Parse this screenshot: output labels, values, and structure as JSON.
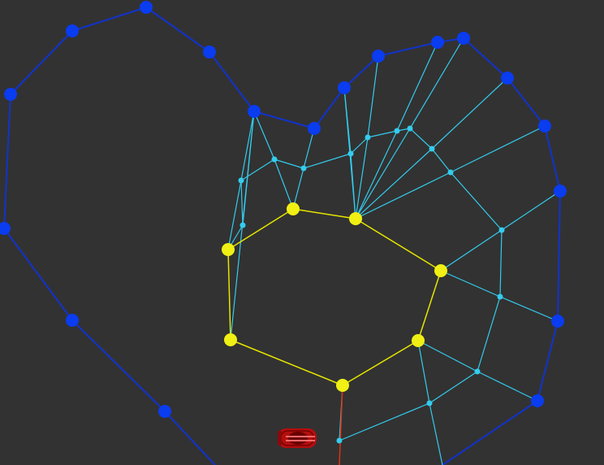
{
  "colors": {
    "background": "#323232",
    "outer_boundary": "#1133cc",
    "outer_node": "#0a3cf0",
    "mesh_line": "#33ccee",
    "mesh_node": "#33ccee",
    "inner_boundary": "#e6e600",
    "inner_node": "#f0f014",
    "car_body": "#b30f0f",
    "car_highlight": "#ff6a6a",
    "heading_line": "#e03010"
  },
  "icons": {
    "car": "race-car-icon"
  },
  "scene": {
    "description_type": "track-mesh-editor",
    "outer_boundary_count": 19,
    "inner_boundary_count": 8
  }
}
